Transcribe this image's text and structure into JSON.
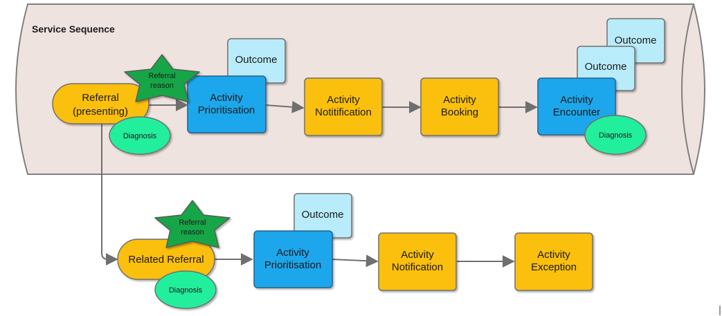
{
  "container": {
    "title": "Service Sequence"
  },
  "nodes": {
    "referral": {
      "line1": "Referral",
      "line2": "(presenting)"
    },
    "referral_reason_1": {
      "line1": "Referral",
      "line2": "reason"
    },
    "diagnosis_1": {
      "label": "Diagnosis"
    },
    "activity_prioritisation_1": {
      "line1": "Activity",
      "line2": "Prioritisation"
    },
    "outcome_1": {
      "label": "Outcome"
    },
    "activity_notification_1": {
      "line1": "Activity",
      "line2": "Notitification"
    },
    "activity_booking": {
      "line1": "Activity",
      "line2": "Booking"
    },
    "activity_encounter": {
      "line1": "Activity",
      "line2": "Encounter"
    },
    "outcome_2": {
      "label": "Outcome"
    },
    "outcome_3": {
      "label": "Outcome"
    },
    "diagnosis_2": {
      "label": "Diagnosis"
    },
    "related_referral": {
      "label": "Related Referral"
    },
    "referral_reason_2": {
      "line1": "Referral",
      "line2": "reason"
    },
    "diagnosis_3": {
      "label": "Diagnosis"
    },
    "activity_prioritisation_2": {
      "line1": "Activity",
      "line2": "Prioritisation"
    },
    "outcome_4": {
      "label": "Outcome"
    },
    "activity_notification_2": {
      "line1": "Activity",
      "line2": "Notification"
    },
    "activity_exception": {
      "line1": "Activity",
      "line2": "Exception"
    }
  },
  "colors": {
    "container_fill": "#efe3df",
    "container_stroke": "#7f7f7f",
    "orange": "#fbbf0a",
    "blue": "#1ba7ec",
    "light_blue": "#b9ecfb",
    "green_ellipse": "#22ef9c",
    "star": "#16a646",
    "arrow": "#6f6f6f"
  }
}
